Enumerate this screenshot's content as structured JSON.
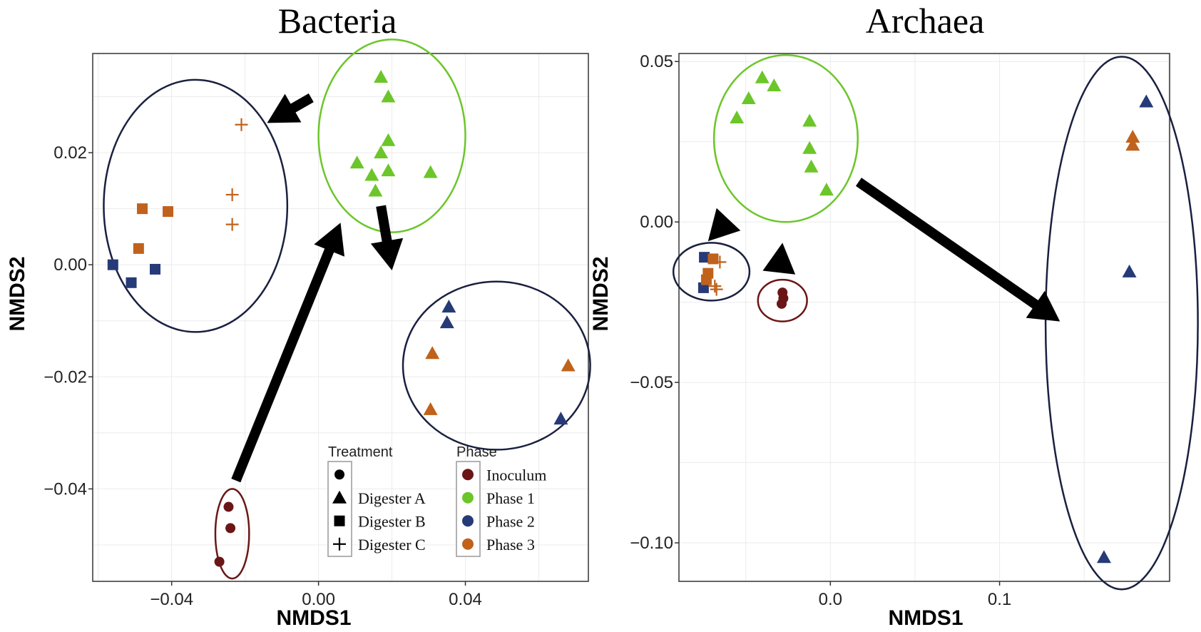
{
  "chart_data": [
    {
      "type": "scatter",
      "title": "Bacteria",
      "xlabel": "NMDS1",
      "ylabel": "NMDS2",
      "xlim": [
        -0.0615,
        0.0735
      ],
      "ylim": [
        -0.0565,
        0.0377
      ],
      "xticks": [
        -0.04,
        0.0,
        0.04
      ],
      "xtick_labels": [
        "−0.04",
        "0.00",
        "0.04"
      ],
      "yticks": [
        -0.04,
        -0.02,
        0.0,
        0.02
      ],
      "ytick_labels": [
        "−0.04",
        "−0.02",
        "0.00",
        "0.02"
      ],
      "grid": true,
      "legend": {
        "placement": "bottom-right",
        "treatment_title": "Treatment",
        "treatment_entries": [
          {
            "label": "",
            "shape": "circle"
          },
          {
            "label": "Digester A",
            "shape": "triangle"
          },
          {
            "label": "Digester B",
            "shape": "square"
          },
          {
            "label": "Digester C",
            "shape": "plus"
          }
        ],
        "phase_title": "Phase",
        "phase_entries": [
          {
            "label": "Inoculum",
            "color": "#6b1616"
          },
          {
            "label": "Phase 1",
            "color": "#6cc62a"
          },
          {
            "label": "Phase 2",
            "color": "#263a78"
          },
          {
            "label": "Phase 3",
            "color": "#c0621c"
          }
        ]
      },
      "points": [
        {
          "x": -0.027,
          "y": -0.053,
          "shape": "circle",
          "phase": "Inoculum"
        },
        {
          "x": -0.024,
          "y": -0.047,
          "shape": "circle",
          "phase": "Inoculum"
        },
        {
          "x": -0.0245,
          "y": -0.0432,
          "shape": "circle",
          "phase": "Inoculum"
        },
        {
          "x": 0.017,
          "y": 0.0335,
          "shape": "triangle",
          "phase": "Phase 1"
        },
        {
          "x": 0.019,
          "y": 0.03,
          "shape": "triangle",
          "phase": "Phase 1"
        },
        {
          "x": 0.019,
          "y": 0.0222,
          "shape": "triangle",
          "phase": "Phase 1"
        },
        {
          "x": 0.017,
          "y": 0.02,
          "shape": "triangle",
          "phase": "Phase 1"
        },
        {
          "x": 0.0105,
          "y": 0.0182,
          "shape": "triangle",
          "phase": "Phase 1"
        },
        {
          "x": 0.0145,
          "y": 0.016,
          "shape": "triangle",
          "phase": "Phase 1"
        },
        {
          "x": 0.019,
          "y": 0.0168,
          "shape": "triangle",
          "phase": "Phase 1"
        },
        {
          "x": 0.0305,
          "y": 0.0165,
          "shape": "triangle",
          "phase": "Phase 1"
        },
        {
          "x": 0.0155,
          "y": 0.0132,
          "shape": "triangle",
          "phase": "Phase 1"
        },
        {
          "x": 0.0355,
          "y": -0.0075,
          "shape": "triangle",
          "phase": "Phase 2"
        },
        {
          "x": 0.035,
          "y": -0.0103,
          "shape": "triangle",
          "phase": "Phase 2"
        },
        {
          "x": 0.066,
          "y": -0.0275,
          "shape": "triangle",
          "phase": "Phase 2"
        },
        {
          "x": -0.056,
          "y": 0.0,
          "shape": "square",
          "phase": "Phase 2"
        },
        {
          "x": -0.051,
          "y": -0.0032,
          "shape": "square",
          "phase": "Phase 2"
        },
        {
          "x": -0.0445,
          "y": -0.0008,
          "shape": "square",
          "phase": "Phase 2"
        },
        {
          "x": 0.031,
          "y": -0.0158,
          "shape": "triangle",
          "phase": "Phase 3"
        },
        {
          "x": 0.0305,
          "y": -0.0258,
          "shape": "triangle",
          "phase": "Phase 3"
        },
        {
          "x": 0.068,
          "y": -0.018,
          "shape": "triangle",
          "phase": "Phase 3"
        },
        {
          "x": -0.048,
          "y": 0.01,
          "shape": "square",
          "phase": "Phase 3"
        },
        {
          "x": -0.041,
          "y": 0.0095,
          "shape": "square",
          "phase": "Phase 3"
        },
        {
          "x": -0.049,
          "y": 0.0029,
          "shape": "square",
          "phase": "Phase 3"
        },
        {
          "x": -0.021,
          "y": 0.025,
          "shape": "plus",
          "phase": "Phase 3"
        },
        {
          "x": -0.0235,
          "y": 0.0125,
          "shape": "plus",
          "phase": "Phase 3"
        },
        {
          "x": -0.0235,
          "y": 0.0072,
          "shape": "plus",
          "phase": "Phase 3"
        }
      ],
      "ellipses": [
        {
          "cx": -0.0335,
          "cy": 0.0105,
          "rx": 0.025,
          "ry": 0.0225,
          "color": "#1a2040"
        },
        {
          "cx": 0.02,
          "cy": 0.023,
          "rx": 0.02,
          "ry": 0.0172,
          "color": "#6cc62a"
        },
        {
          "cx": 0.0485,
          "cy": -0.018,
          "rx": 0.0255,
          "ry": 0.015,
          "color": "#1a2040"
        },
        {
          "cx": -0.0235,
          "cy": -0.048,
          "rx": 0.0046,
          "ry": 0.008,
          "color": "#6b1616"
        }
      ],
      "arrows": [
        {
          "from": [
            -0.002,
            0.0298
          ],
          "to": [
            -0.014,
            0.0253
          ]
        },
        {
          "from": [
            0.017,
            0.0105
          ],
          "to": [
            0.02,
            -0.001
          ]
        },
        {
          "from": [
            -0.0225,
            -0.0385
          ],
          "to": [
            0.006,
            0.0075
          ]
        }
      ]
    },
    {
      "type": "scatter",
      "title": "Archaea",
      "xlabel": "NMDS1",
      "ylabel": "NMDS2",
      "xlim": [
        -0.0895,
        0.2005
      ],
      "ylim": [
        -0.112,
        0.0525
      ],
      "xticks": [
        0.0,
        0.1
      ],
      "xtick_labels": [
        "0.0",
        "0.1"
      ],
      "yticks": [
        -0.1,
        -0.05,
        0.0,
        0.05
      ],
      "ytick_labels": [
        "−0.10",
        "−0.05",
        "0.00",
        "0.05"
      ],
      "grid": true,
      "points": [
        {
          "x": -0.0403,
          "y": 0.045,
          "shape": "triangle",
          "phase": "Phase 1"
        },
        {
          "x": -0.0333,
          "y": 0.0425,
          "shape": "triangle",
          "phase": "Phase 1"
        },
        {
          "x": -0.0483,
          "y": 0.0385,
          "shape": "triangle",
          "phase": "Phase 1"
        },
        {
          "x": -0.0553,
          "y": 0.0325,
          "shape": "triangle",
          "phase": "Phase 1"
        },
        {
          "x": -0.0123,
          "y": 0.0315,
          "shape": "triangle",
          "phase": "Phase 1"
        },
        {
          "x": -0.0123,
          "y": 0.023,
          "shape": "triangle",
          "phase": "Phase 1"
        },
        {
          "x": -0.0113,
          "y": 0.0172,
          "shape": "triangle",
          "phase": "Phase 1"
        },
        {
          "x": -0.0023,
          "y": 0.01,
          "shape": "triangle",
          "phase": "Phase 1"
        },
        {
          "x": -0.0283,
          "y": -0.022,
          "shape": "circle",
          "phase": "Inoculum"
        },
        {
          "x": -0.0278,
          "y": -0.0238,
          "shape": "circle",
          "phase": "Inoculum"
        },
        {
          "x": -0.0288,
          "y": -0.0255,
          "shape": "circle",
          "phase": "Inoculum"
        },
        {
          "x": -0.0745,
          "y": -0.011,
          "shape": "square",
          "phase": "Phase 2"
        },
        {
          "x": -0.075,
          "y": -0.0205,
          "shape": "square",
          "phase": "Phase 2"
        },
        {
          "x": -0.0693,
          "y": -0.0115,
          "shape": "square",
          "phase": "Phase 3"
        },
        {
          "x": -0.0723,
          "y": -0.016,
          "shape": "square",
          "phase": "Phase 3"
        },
        {
          "x": -0.0733,
          "y": -0.018,
          "shape": "square",
          "phase": "Phase 3"
        },
        {
          "x": -0.0653,
          "y": -0.0125,
          "shape": "plus",
          "phase": "Phase 3"
        },
        {
          "x": -0.0683,
          "y": -0.02,
          "shape": "plus",
          "phase": "Phase 3"
        },
        {
          "x": -0.0673,
          "y": -0.021,
          "shape": "plus",
          "phase": "Phase 3"
        },
        {
          "x": 0.1867,
          "y": 0.0375,
          "shape": "triangle",
          "phase": "Phase 2"
        },
        {
          "x": 0.1767,
          "y": -0.0155,
          "shape": "triangle",
          "phase": "Phase 2"
        },
        {
          "x": 0.1617,
          "y": -0.1045,
          "shape": "triangle",
          "phase": "Phase 2"
        },
        {
          "x": 0.1787,
          "y": 0.0265,
          "shape": "triangle",
          "phase": "Phase 3"
        },
        {
          "x": 0.1787,
          "y": 0.024,
          "shape": "triangle",
          "phase": "Phase 3"
        }
      ],
      "ellipses": [
        {
          "cx": -0.0263,
          "cy": 0.026,
          "rx": 0.0425,
          "ry": 0.026,
          "color": "#6cc62a"
        },
        {
          "cx": -0.0703,
          "cy": -0.0155,
          "rx": 0.0225,
          "ry": 0.009,
          "color": "#1a2040"
        },
        {
          "cx": -0.0283,
          "cy": -0.0245,
          "rx": 0.0145,
          "ry": 0.0065,
          "color": "#6b1616"
        },
        {
          "cx": 0.1722,
          "cy": -0.0315,
          "rx": 0.045,
          "ry": 0.083,
          "color": "#1a2040"
        }
      ],
      "arrows": [
        {
          "from": [
            -0.0643,
            -0.0015
          ],
          "to": [
            -0.0723,
            -0.006
          ]
        },
        {
          "from": [
            -0.0303,
            -0.0155
          ],
          "to": [
            -0.0283,
            -0.0065
          ]
        },
        {
          "from": [
            0.0167,
            0.0125
          ],
          "to": [
            0.1357,
            -0.031
          ]
        }
      ]
    }
  ]
}
